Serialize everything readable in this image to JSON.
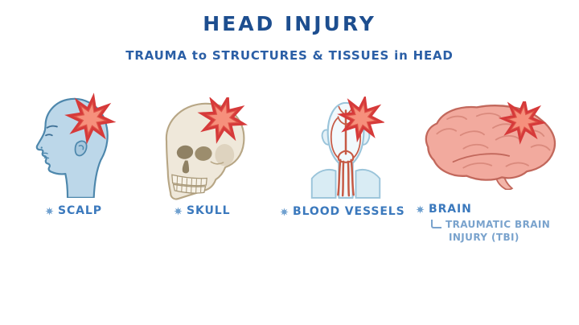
{
  "header": {
    "title": "HEAD INJURY",
    "subtitle": "TRAUMA to STRUCTURES & TISSUES in HEAD"
  },
  "figures": [
    {
      "id": "scalp",
      "label": "SCALP"
    },
    {
      "id": "skull",
      "label": "SKULL"
    },
    {
      "id": "blood-vessels",
      "label": "BLOOD VESSELS"
    },
    {
      "id": "brain",
      "label": "BRAIN",
      "sublabel_line1": "TRAUMATIC BRAIN",
      "sublabel_line2": "INJURY (TBI)"
    }
  ],
  "icons": {
    "impact_star": "red 8-point starburst impact icon on each figure",
    "asterisk_marker": "small blue asterisk bullet before each label",
    "elbow_connector": "L-shaped connector before TBI sub-label"
  },
  "colors": {
    "background": "#ffffff",
    "title_text": "#1d4e8f",
    "subtitle_text": "#2b5fa6",
    "label_text": "#3b79bd",
    "sublabel_text": "#7aa3cd",
    "impact_outline": "#d63a3a",
    "impact_fill": "#f6907c",
    "scalp_fill": "#bcd7e9",
    "scalp_outline": "#4d87ac",
    "skull_fill": "#efe8da",
    "skull_outline": "#b7a685",
    "skull_socket": "#8f8164",
    "vessels_head_outline": "#9ac4da",
    "vessel_red": "#c65a45",
    "brain_fill": "#f2aa9e",
    "brain_outline": "#c2685c",
    "brain_gyri": "#da8a7d"
  }
}
